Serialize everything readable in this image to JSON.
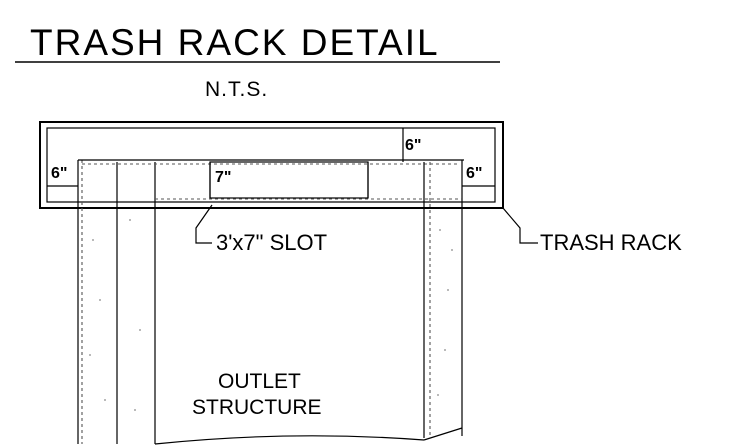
{
  "title": "TRASH RACK DETAIL",
  "scale_note": "N.T.S.",
  "dimensions": {
    "top_right_inner": "6\"",
    "left_edge": "6\"",
    "right_edge": "6\"",
    "slot_width": "7\""
  },
  "labels": {
    "slot": "3'x7\" SLOT",
    "trash_rack": "TRASH RACK",
    "outlet_line1": "OUTLET",
    "outlet_line2": "STRUCTURE"
  }
}
